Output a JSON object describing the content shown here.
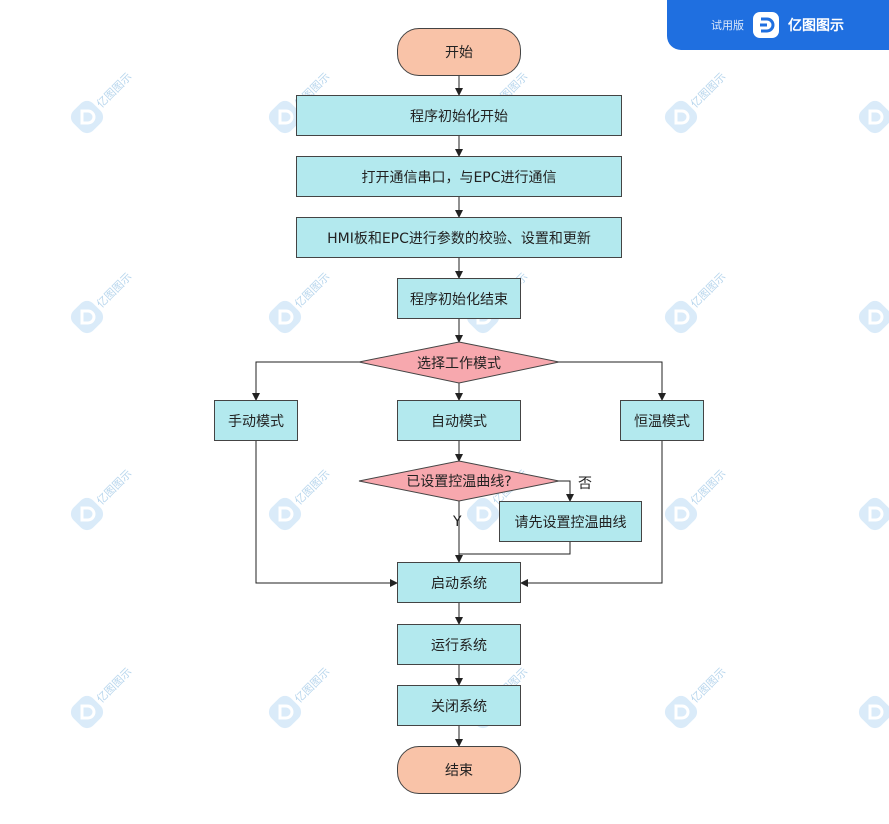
{
  "badge": {
    "trial": "试用版",
    "brand": "亿图图示"
  },
  "watermark_text": "亿图图示",
  "nodes": {
    "start": "开始",
    "init_start": "程序初始化开始",
    "open_serial": "打开通信串口，与EPC进行通信",
    "hmi_epc": "HMI板和EPC进行参数的校验、设置和更新",
    "init_end": "程序初始化结束",
    "select_mode": "选择工作模式",
    "manual_mode": "手动模式",
    "auto_mode": "自动模式",
    "const_temp_mode": "恒温模式",
    "curve_set": "已设置控温曲线?",
    "set_curve_first": "请先设置控温曲线",
    "start_system": "启动系统",
    "run_system": "运行系统",
    "close_system": "关闭系统",
    "end": "结束"
  },
  "edge_labels": {
    "no": "否",
    "yes": "Y"
  },
  "colors": {
    "process": "#b3e9ee",
    "terminal": "#f9c3a8",
    "decision": "#f7a8ae",
    "badge": "#1f6fe0"
  }
}
